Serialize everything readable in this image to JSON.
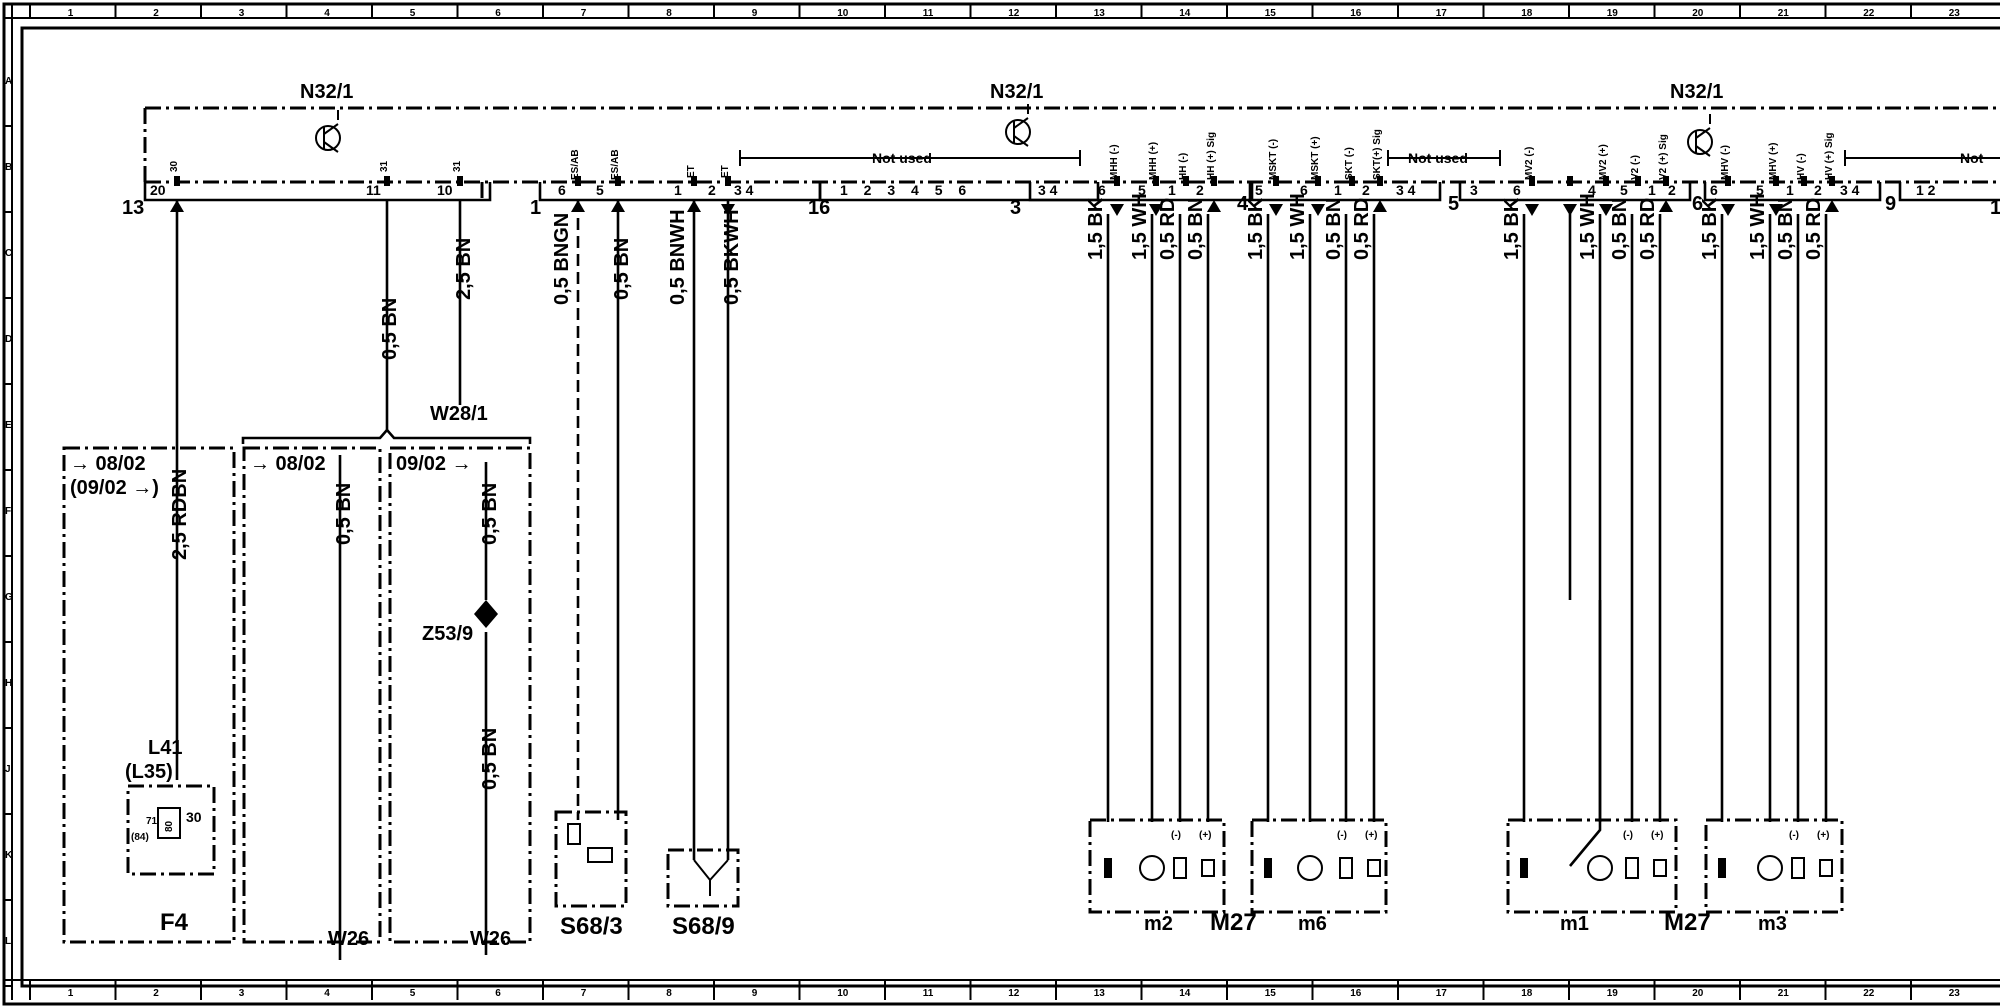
{
  "grid": {
    "columns": [
      "1",
      "2",
      "3",
      "4",
      "5",
      "6",
      "7",
      "8",
      "9",
      "10",
      "11",
      "12",
      "13",
      "14",
      "15",
      "16",
      "17",
      "18",
      "19",
      "20",
      "21",
      "22",
      "23"
    ],
    "rows": [
      "A",
      "B",
      "C",
      "D",
      "E",
      "F",
      "G",
      "H",
      "J",
      "K",
      "L"
    ]
  },
  "control_unit": {
    "name": "N32/1",
    "segments": [
      {
        "left_num": "13",
        "left_pins": "20",
        "pins": [
          "30",
          "31",
          "31"
        ],
        "pin_nums": [
          "20",
          "11",
          "10"
        ]
      },
      {
        "left_num": "1",
        "pins": [
          "ES/AB",
          "ES/AB",
          "ET",
          "ET"
        ],
        "pin_nums": [
          "6",
          "5",
          "1",
          "2"
        ],
        "extra": "3 4"
      },
      {
        "left_num": "16",
        "extra": "1 2 3 4 5 6"
      },
      {
        "left_num": "3",
        "extra": "3 4",
        "pins": [
          "MHH (-)",
          "MHH (+)",
          "HH (-)",
          "HH (+) Sig"
        ],
        "pin_nums": [
          "6",
          "5",
          "1",
          "2"
        ]
      },
      {
        "left_num": "4",
        "pins": [
          "MSKT (-)",
          "MSKT (+)",
          "SKT (-)",
          "SKT(+) Sig"
        ],
        "pin_nums": [
          "5",
          "6",
          "1",
          "2"
        ],
        "extra": "3 4"
      },
      {
        "left_num": "5",
        "extra": "3",
        "pins": [
          "MV2 (-)",
          "MV2 (+)",
          "V2 (-)",
          "V2 (+) Sig"
        ],
        "pin_nums": [
          "6",
          "4",
          "5",
          "1",
          "2"
        ]
      },
      {
        "left_num": "6",
        "pins": [
          "MHV (-)",
          "MHV (+)",
          "HV (-)",
          "HV (+) Sig"
        ],
        "pin_nums": [
          "6",
          "5",
          "1",
          "2"
        ],
        "extra": "3 4"
      },
      {
        "left_num": "9",
        "extra": "1 2",
        "right_num": "1"
      }
    ],
    "not_used": "Not used",
    "not_used_short": "Not"
  },
  "wires": {
    "w_f4": "2,5 RDBN",
    "w_11": "0,5 BN",
    "w_10": "2,5 BN",
    "w_0802": "0,5 BN",
    "w_0902_a": "0,5 BN",
    "w_0902_b": "0,5 BN",
    "s683_a": "0,5 BNGN",
    "s683_b": "0,5 BN",
    "s689_a": "0,5 BNWH",
    "s689_b": "0,5 BKWH",
    "m2": [
      "1,5 BK",
      "1,5 WH",
      "0,5 RD",
      "0,5 BN"
    ],
    "m6": [
      "1,5 BK",
      "1,5 WH",
      "0,5 BN",
      "0,5 RD"
    ],
    "m1": [
      "1,5 BK",
      "1,5 WH",
      "0,5 BN",
      "0,5 RD"
    ],
    "m3": [
      "1,5 BK",
      "1,5 WH",
      "0,5 BN",
      "0,5 RD"
    ]
  },
  "components": {
    "w28_1": "W28/1",
    "w26_a": "W26",
    "w26_b": "W26",
    "z53_9": "Z53/9",
    "f4": "F4",
    "l41": "L41",
    "l35": "(L35)",
    "relay_pins": [
      "71",
      "(84)",
      "30",
      "80"
    ],
    "s68_3": "S68/3",
    "s68_9": "S68/9",
    "m2": "m2",
    "m6": "m6",
    "m1": "m1",
    "m3": "m3",
    "m27_a": "M27",
    "m27_b": "M27",
    "minus": "(-)",
    "plus": "(+)"
  },
  "variants": {
    "f4_to": "→ 08/02",
    "f4_from": "(09/02 →)",
    "b_to": "→ 08/02",
    "c_from": "09/02 →"
  }
}
